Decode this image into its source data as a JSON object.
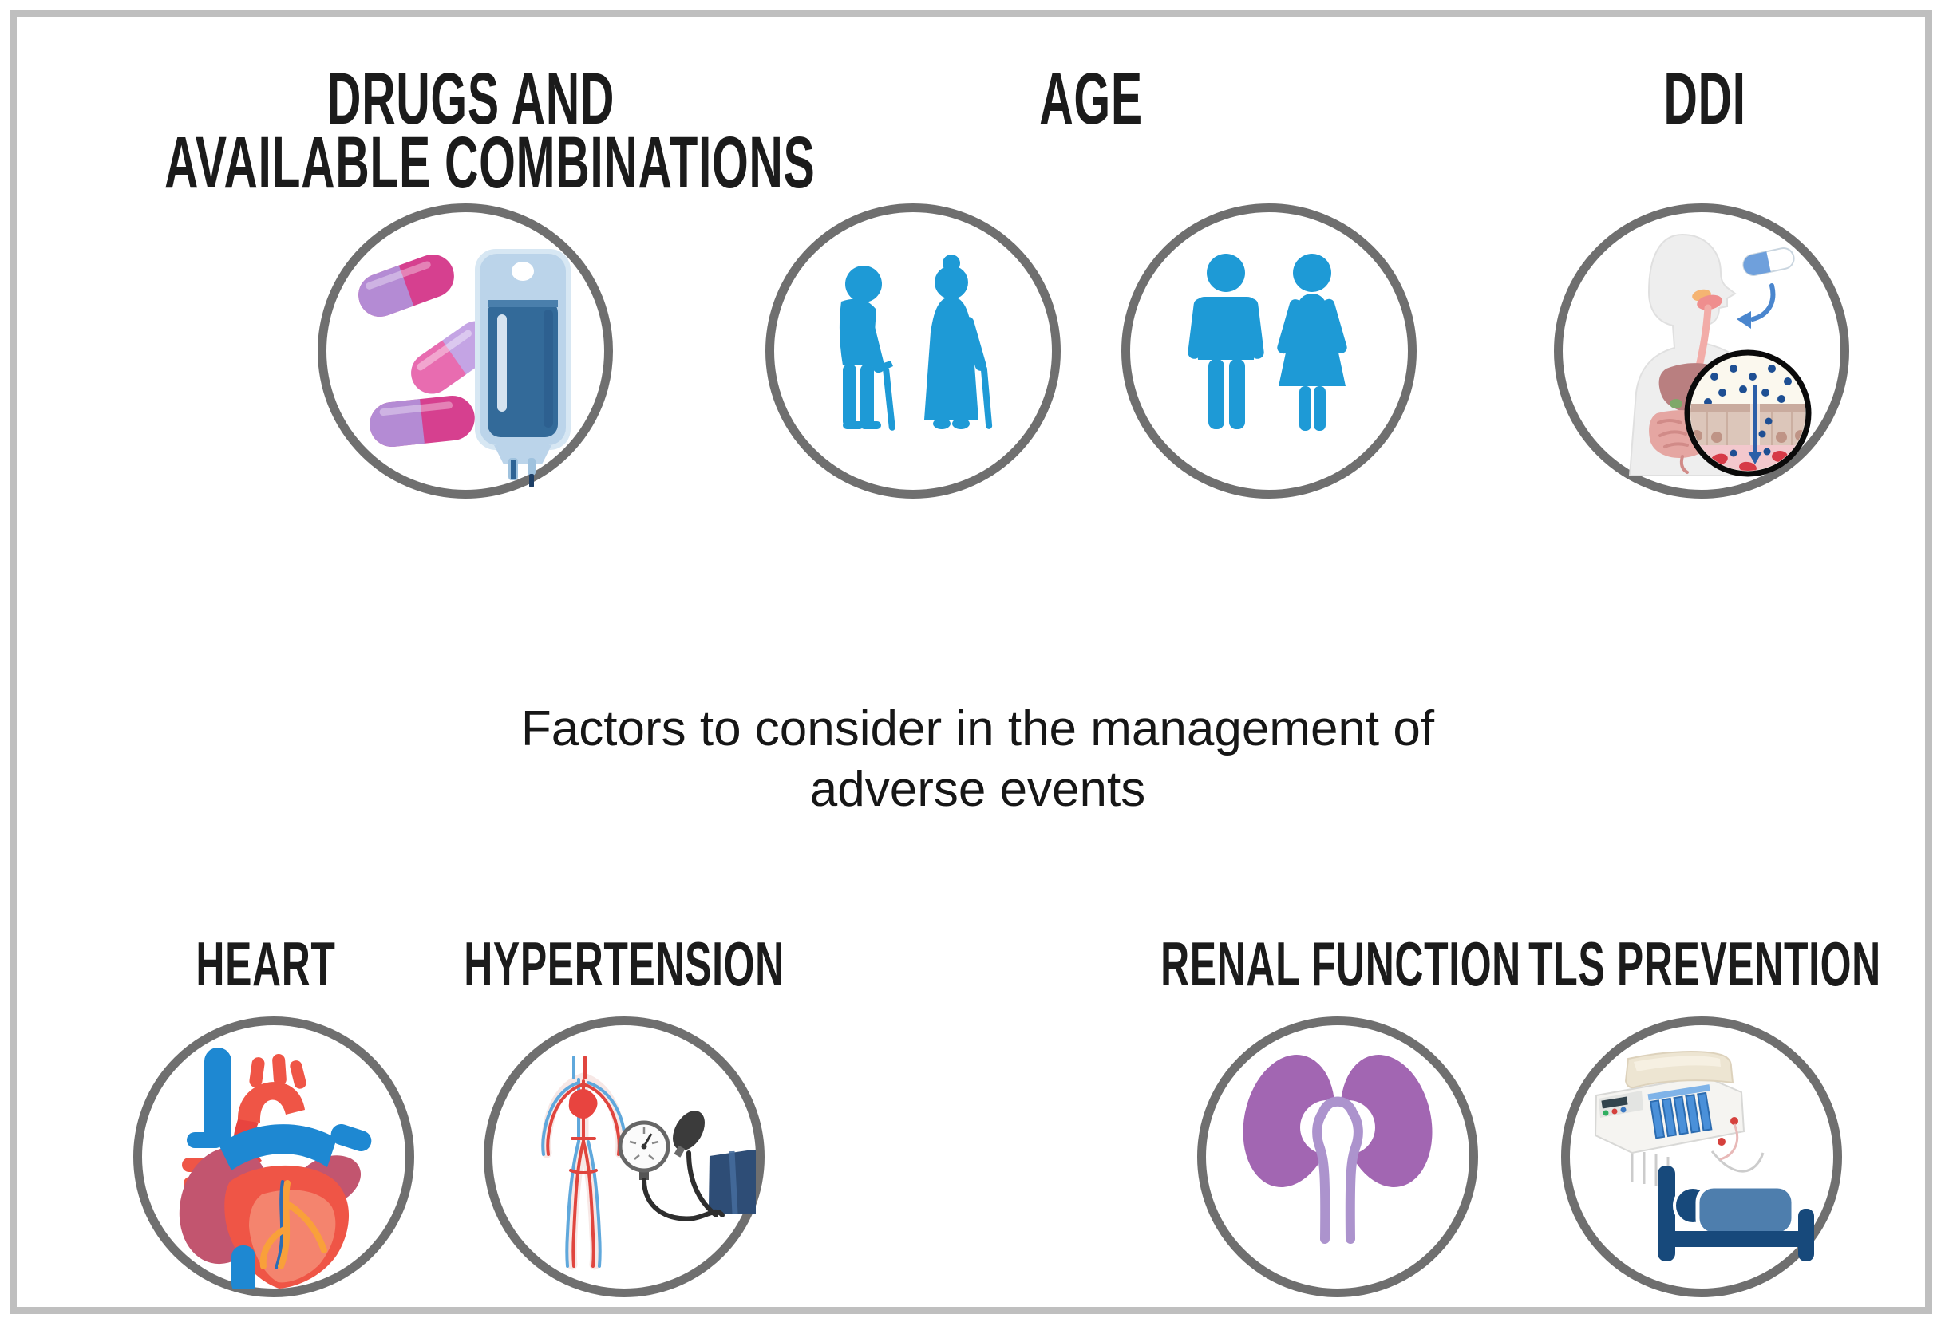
{
  "figure": {
    "title_line1": "Factors to consider in the management of",
    "title_line2": "adverse events"
  },
  "labels": {
    "drugs_line1": "DRUGS AND",
    "drugs_line2": "AVAILABLE COMBINATIONS",
    "age": "AGE",
    "ddi": "DDI",
    "heart": "HEART",
    "hypertension": "HYPERTENSION",
    "renal": "RENAL FUNCTION",
    "tls": "TLS PREVENTION"
  },
  "icons": {
    "drugs": "pills-and-iv-bag-icon",
    "age_elderly": "elderly-couple-icon",
    "age_adults": "adult-couple-icon",
    "ddi": "drug-absorption-icon",
    "heart": "anatomical-heart-icon",
    "hypertension": "blood-pressure-icon",
    "renal": "kidneys-icon",
    "tls": "dialysis-machine-and-bed-icon"
  },
  "colors": {
    "text_dark": "#1B1B1B",
    "ring_gray": "#6F6F6F",
    "frame_gray": "#BFBFBF",
    "person_blue": "#1E9AD6",
    "kidney_purple": "#A266B2",
    "ureter_lilac": "#AC93CD",
    "pill_pink": "#D6408F",
    "pill_lavender": "#B48BD4",
    "pill_light_pink": "#E86CB0",
    "pill_light_lavender": "#C4A4E4",
    "iv_bag_blue": "#BBD4EA",
    "iv_fluid_blue": "#336A99",
    "heart_red": "#EF5546",
    "heart_light_red": "#F58D75",
    "heart_rose": "#C2556F",
    "vessel_blue": "#1E88D2",
    "coronary_orange": "#F9A03A",
    "cuff_navy": "#2E4D76",
    "bed_navy": "#17497B",
    "blanket_blue": "#4E7EAD",
    "body_silhouette_gray": "#EEEEEE",
    "organ_rose": "#B97F80",
    "intestine_pink": "#E5A6A2",
    "dot_blue": "#1E4F93",
    "blood_red": "#D63A47"
  }
}
